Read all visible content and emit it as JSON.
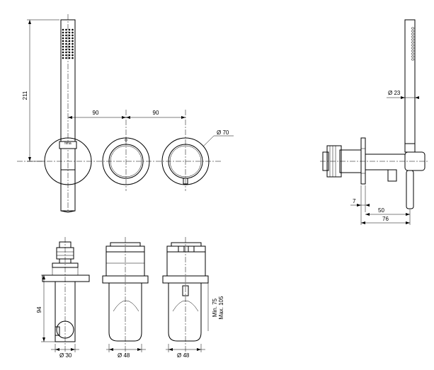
{
  "dimensions": {
    "height_211": "211",
    "spacing_1": "90",
    "spacing_2": "90",
    "diameter_70": "Ø 70",
    "diameter_23": "Ø 23",
    "depth_7": "7",
    "depth_50": "50",
    "depth_76": "76",
    "height_94": "94",
    "diameter_30": "Ø 30",
    "diameter_48a": "Ø 48",
    "diameter_48b": "Ø 48",
    "min_75": "Min. 75",
    "max_105": "Max. 105"
  },
  "markings": {
    "brand_on_holder": "fima"
  }
}
